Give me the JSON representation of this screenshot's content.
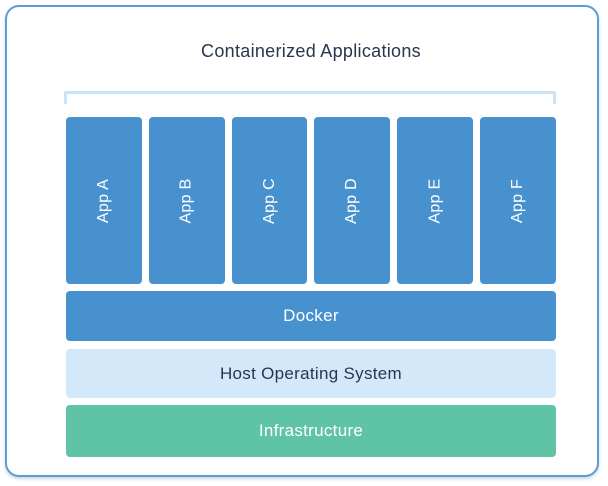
{
  "diagram": {
    "title": "Containerized Applications",
    "apps": [
      "App A",
      "App B",
      "App C",
      "App D",
      "App E",
      "App F"
    ],
    "layers": [
      {
        "id": "docker",
        "label": "Docker"
      },
      {
        "id": "host-os",
        "label": "Host Operating System"
      },
      {
        "id": "infrastructure",
        "label": "Infrastructure"
      }
    ],
    "colors": {
      "app_box_blue": "#4791ce",
      "docker_blue": "#4791ce",
      "host_os_light_blue": "#d3e9f9",
      "infrastructure_green": "#5fc3a6",
      "bracket_light_blue": "#c9e4f8",
      "card_border_blue": "#5b9cd9",
      "title_text_navy": "#26374e",
      "white_text": "#ffffff"
    }
  }
}
